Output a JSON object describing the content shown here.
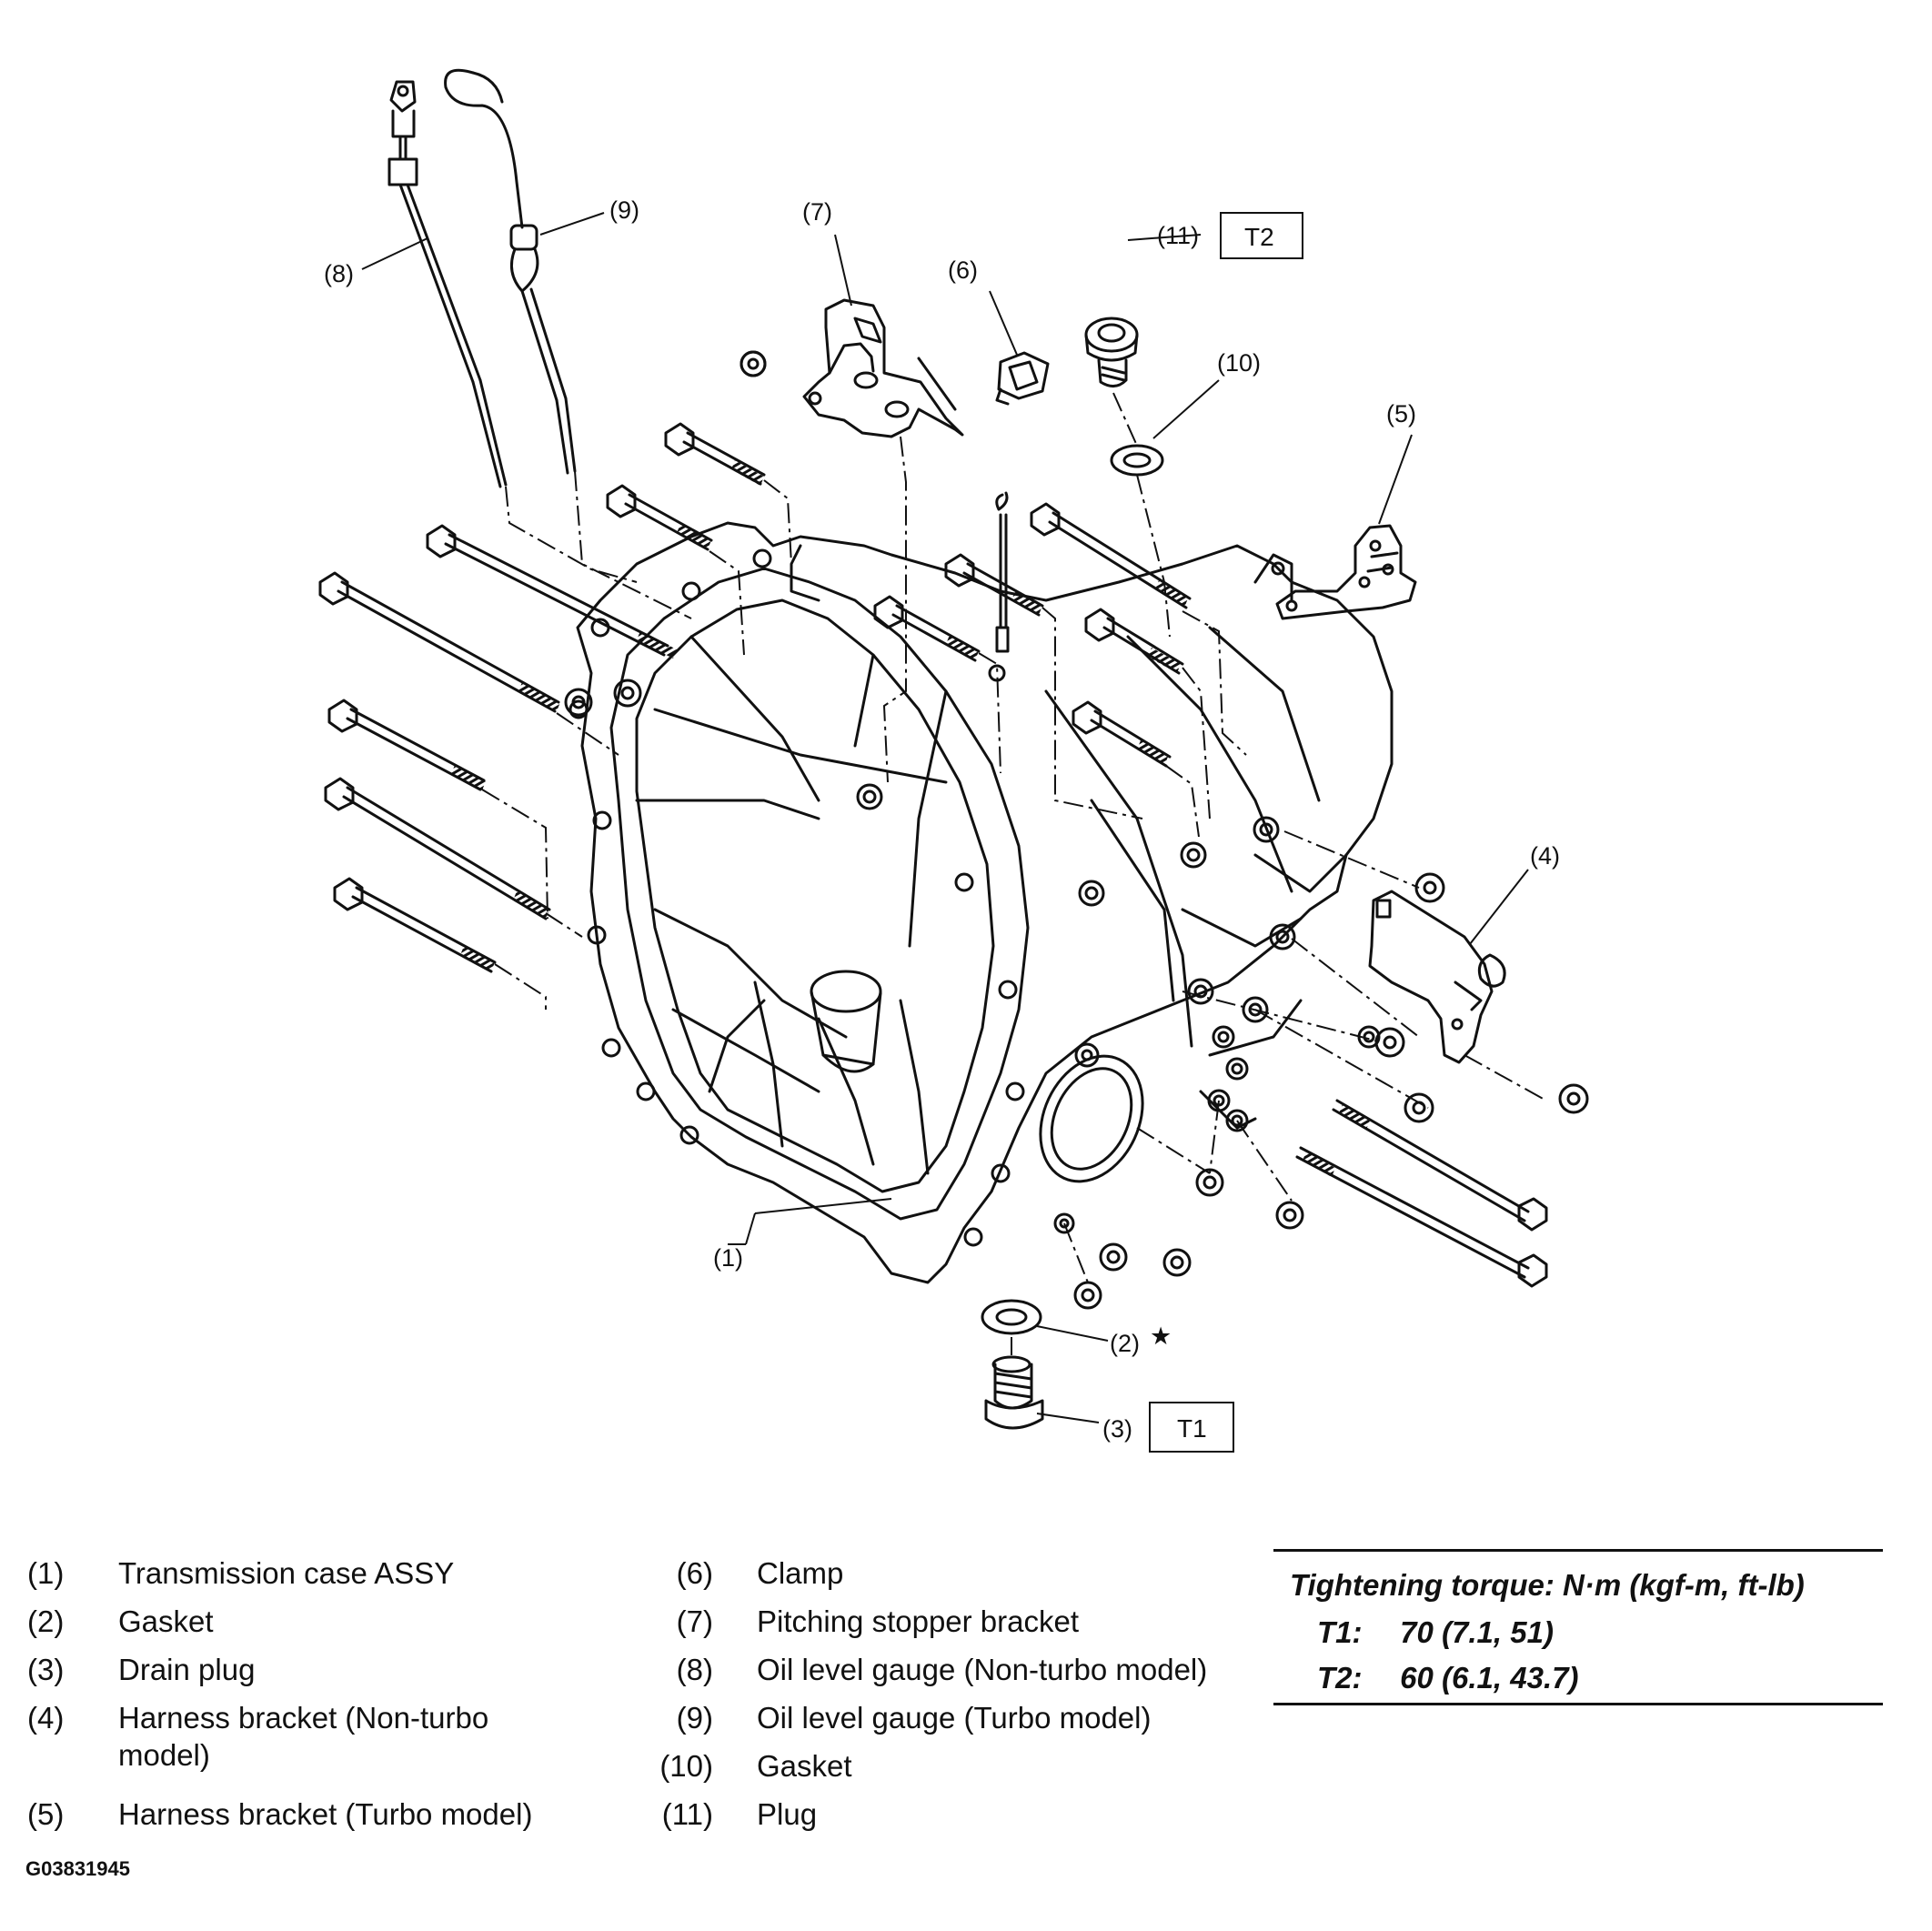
{
  "diagram": {
    "callouts": {
      "c1": "(1)",
      "c2": "(2)",
      "c3": "(3)",
      "c4": "(4)",
      "c5": "(5)",
      "c6": "(6)",
      "c7": "(7)",
      "c8": "(8)",
      "c9": "(9)",
      "c10": "(10)",
      "c11": "(11)"
    },
    "star": "★",
    "torque_tags": {
      "t1": "T1",
      "t2": "T2"
    }
  },
  "legend": [
    {
      "num": "(1)",
      "desc": "Transmission case ASSY"
    },
    {
      "num": "(2)",
      "desc": "Gasket"
    },
    {
      "num": "(3)",
      "desc": "Drain plug"
    },
    {
      "num": "(4)",
      "desc": "Harness bracket (Non-turbo",
      "desc2": "model)"
    },
    {
      "num": "(5)",
      "desc": "Harness bracket (Turbo model)"
    },
    {
      "num": "(6)",
      "desc": "Clamp"
    },
    {
      "num": "(7)",
      "desc": "Pitching stopper bracket"
    },
    {
      "num": "(8)",
      "desc": "Oil level gauge (Non-turbo model)"
    },
    {
      "num": "(9)",
      "desc": "Oil level gauge (Turbo model)"
    },
    {
      "num": "(10)",
      "desc": "Gasket"
    },
    {
      "num": "(11)",
      "desc": "Plug"
    }
  ],
  "torque": {
    "title": "Tightening torque: N·m (kgf-m, ft-lb)",
    "rows": [
      {
        "key": "T1:",
        "value": "70 (7.1, 51)"
      },
      {
        "key": "T2:",
        "value": "60 (6.1, 43.7)"
      }
    ]
  },
  "figure_code": "G03831945"
}
